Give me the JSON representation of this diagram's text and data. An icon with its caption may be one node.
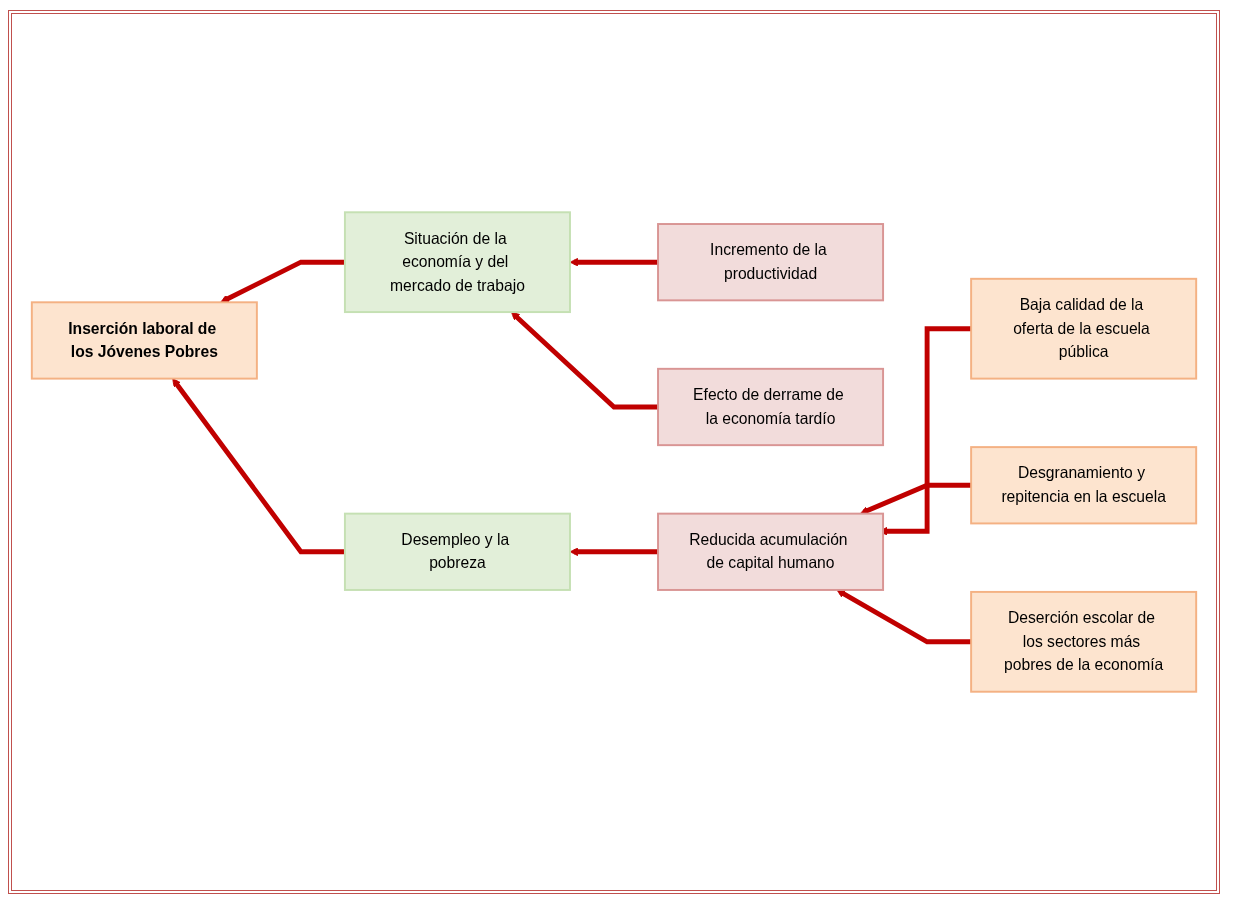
{
  "diagram": {
    "nodes": [
      {
        "text": [
          "Inserción laboral de los Jóvenes Pobres"
        ]
      },
      {
        "text": [
          "Situación de la economía y del mercado de trabajo"
        ]
      },
      {
        "text": [
          "Incremento de la productividad"
        ]
      },
      {
        "text": [
          "Efecto de derrame de la economía tardío"
        ]
      },
      {
        "text": [
          "Desempleo y la pobreza"
        ]
      },
      {
        "text": [
          "Reducida acumulación de capital humano"
        ]
      },
      {
        "text": [
          "Baja calidad de la oferta de la escuela pública"
        ]
      },
      {
        "text": [
          "Desgranamiento y repitencia en la escuela"
        ]
      },
      {
        "text": [
          "Deserción escolar de los sectores más pobres de la economía"
        ]
      }
    ],
    "edges": [
      {
        "from": 2,
        "to": 1,
        "arrow": "to"
      },
      {
        "from": 3,
        "to": 1,
        "arrow": "to"
      },
      {
        "from": 1,
        "to": 0,
        "arrow": "to"
      },
      {
        "from": 6,
        "to": 5,
        "arrow": "to"
      },
      {
        "from": 7,
        "to": 5,
        "arrow": "to"
      },
      {
        "from": 8,
        "to": 5,
        "arrow": "to"
      },
      {
        "from": 5,
        "to": 4,
        "arrow": "to"
      },
      {
        "from": 4,
        "to": 0,
        "arrow": "to"
      }
    ]
  }
}
